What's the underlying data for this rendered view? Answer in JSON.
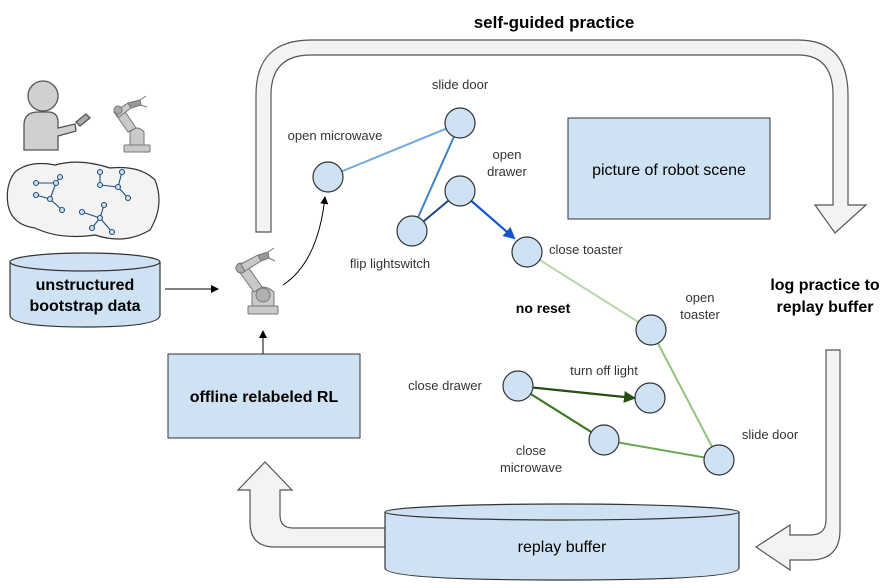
{
  "title": "self-guided practice",
  "bootstrap_label_line1": "unstructured",
  "bootstrap_label_line2": "bootstrap data",
  "offline_rl_label": "offline relabeled RL",
  "scene_box_label": "picture of robot scene",
  "log_label_line1": "log practice to",
  "log_label_line2": "replay buffer",
  "no_reset_label": "no reset",
  "replay_buffer_label": "replay buffer",
  "nodes": {
    "open_microwave": "open microwave",
    "slide_door_top": "slide door",
    "open_drawer_line1": "open",
    "open_drawer_line2": "drawer",
    "flip_lightswitch": "flip lightswitch",
    "close_toaster": "close toaster",
    "open_toaster_line1": "open",
    "open_toaster_line2": "toaster",
    "close_drawer": "close drawer",
    "turn_off_light": "turn off light",
    "close_microwave_line1": "close",
    "close_microwave_line2": "microwave",
    "slide_door_bottom": "slide door"
  },
  "colors": {
    "node_fill": "#cfe2f3",
    "box_fill": "#cfe2f3",
    "light_blue_edge": "#6fa8dc",
    "blue_edge": "#3d85c6",
    "dark_blue_edge": "#1155cc",
    "light_green_edge": "#b6d7a8",
    "green_edge": "#6aa84f",
    "dark_green_edge": "#38761d",
    "arrow_fill": "#f3f3f3"
  }
}
